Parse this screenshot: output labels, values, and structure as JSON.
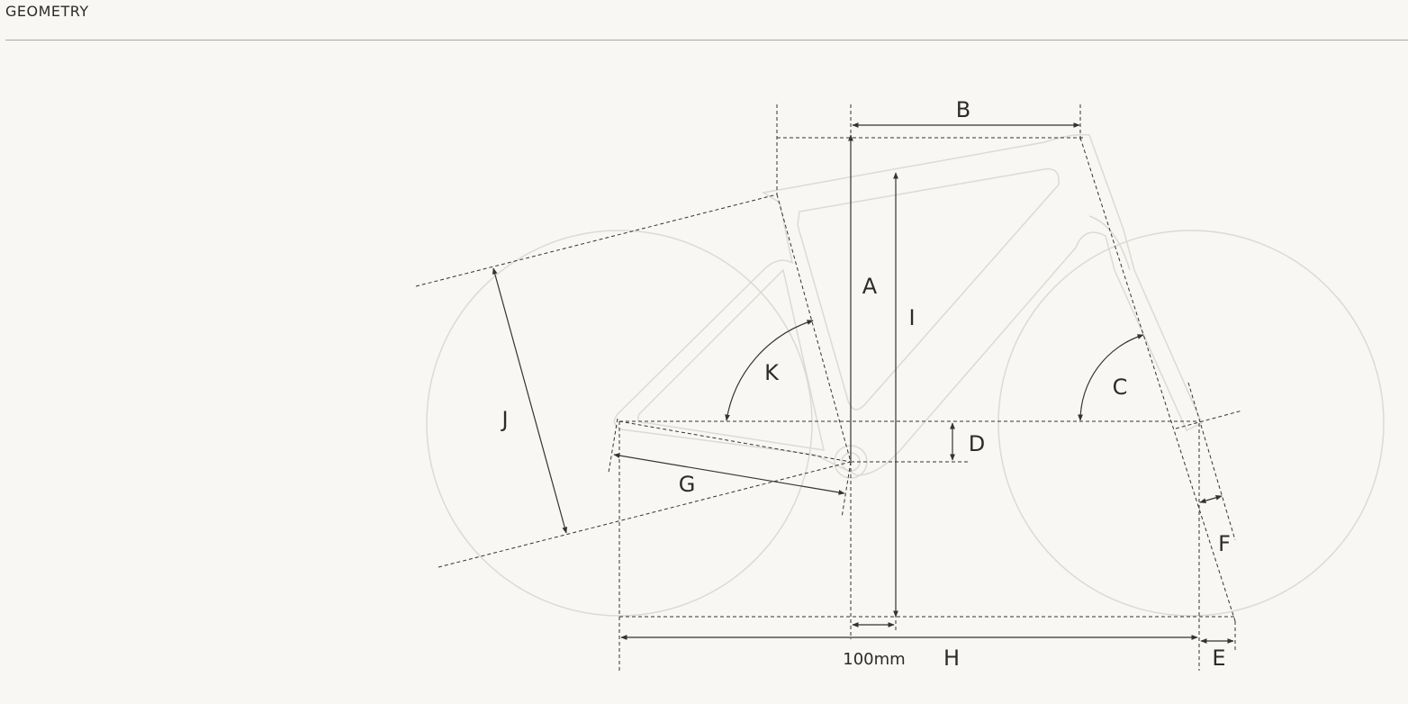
{
  "header": {
    "title": "GEOMETRY"
  },
  "diagram": {
    "labels": {
      "A": "A",
      "B": "B",
      "C": "C",
      "D": "D",
      "E": "E",
      "F": "F",
      "G": "G",
      "H": "H",
      "I": "I",
      "J": "J",
      "K": "K"
    },
    "offset_label": "100mm"
  }
}
